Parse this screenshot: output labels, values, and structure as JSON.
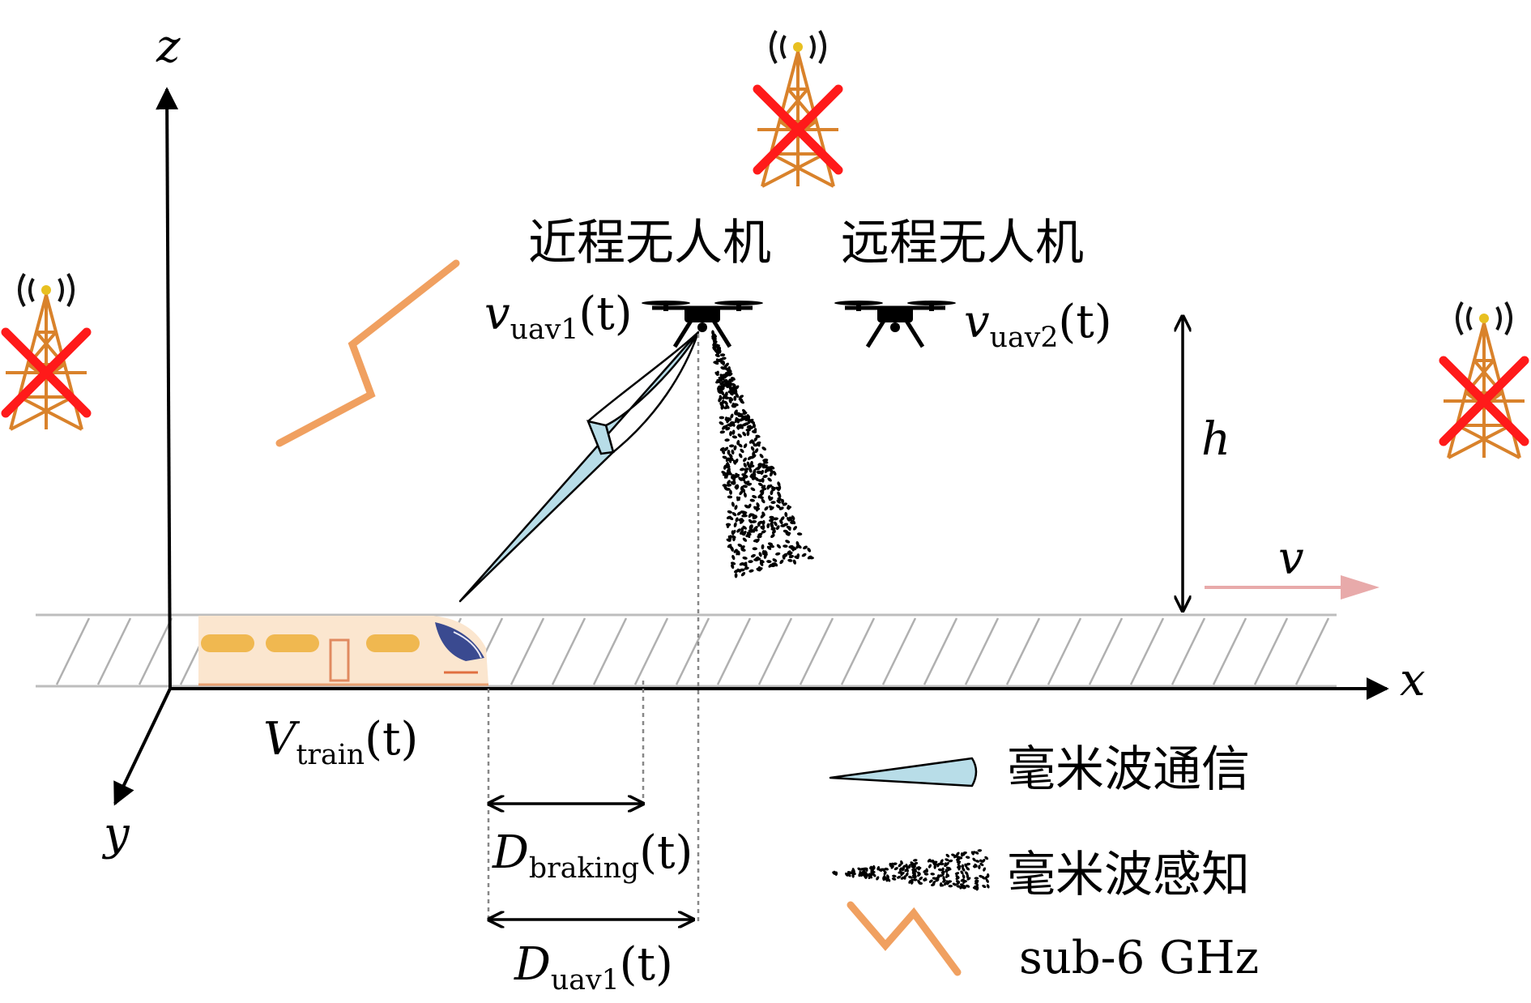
{
  "axes": {
    "x": "x",
    "y": "y",
    "z": "z"
  },
  "drones": {
    "near": {
      "label": "近程无人机",
      "var_base": "v",
      "var_sub": "uav1",
      "var_arg": "(t)"
    },
    "far": {
      "label": "远程无人机",
      "var_base": "v",
      "var_sub": "uav2",
      "var_arg": "(t)"
    }
  },
  "height_label": "h",
  "velocity_label": "v",
  "train_speed": {
    "base": "V",
    "sub": "train",
    "arg": "(t)"
  },
  "braking_distance": {
    "base": "D",
    "sub": "braking",
    "arg": "(t)"
  },
  "uav_distance": {
    "base": "D",
    "sub": "uav1",
    "arg": "(t)"
  },
  "legend": {
    "comm": "毫米波通信",
    "sensing": "毫米波感知",
    "sub6": "sub-6 GHz"
  },
  "colors": {
    "tower": "#d9822b",
    "cross": "#ff1a1a",
    "beam": "#b8dde8",
    "sub6": "#f0a060",
    "velocity_arrow": "#e8aaaa",
    "track_hatch": "#b0b0b0",
    "train_body": "#fbe6cf",
    "train_window": "#f0b850",
    "train_nose": "#3a4a90"
  }
}
